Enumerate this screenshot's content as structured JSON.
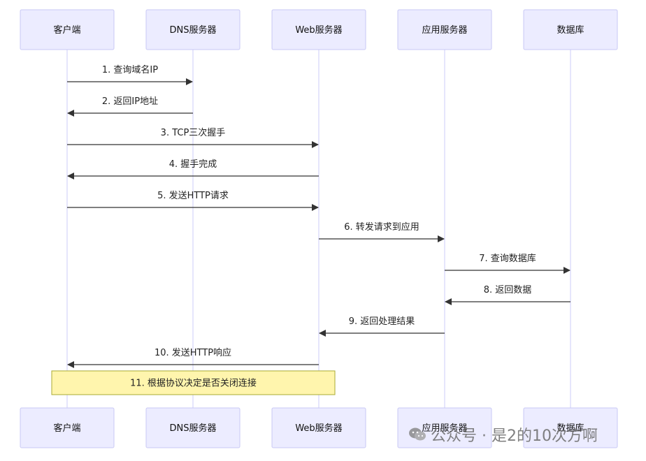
{
  "participants": [
    {
      "id": "client",
      "label": "客户端"
    },
    {
      "id": "dns",
      "label": "DNS服务器"
    },
    {
      "id": "web",
      "label": "Web服务器"
    },
    {
      "id": "app",
      "label": "应用服务器"
    },
    {
      "id": "db",
      "label": "数据库"
    }
  ],
  "messages": [
    {
      "from": "client",
      "to": "dns",
      "label": "1. 查询域名IP"
    },
    {
      "from": "dns",
      "to": "client",
      "label": "2. 返回IP地址"
    },
    {
      "from": "client",
      "to": "web",
      "label": "3. TCP三次握手"
    },
    {
      "from": "web",
      "to": "client",
      "label": "4. 握手完成"
    },
    {
      "from": "client",
      "to": "web",
      "label": "5. 发送HTTP请求"
    },
    {
      "from": "web",
      "to": "app",
      "label": "6. 转发请求到应用"
    },
    {
      "from": "app",
      "to": "db",
      "label": "7. 查询数据库"
    },
    {
      "from": "db",
      "to": "app",
      "label": "8. 返回数据"
    },
    {
      "from": "app",
      "to": "web",
      "label": "9. 返回处理结果"
    },
    {
      "from": "web",
      "to": "client",
      "label": "10. 发送HTTP响应"
    }
  ],
  "note": {
    "from": "client",
    "to": "web",
    "label": "11. 根据协议决定是否关闭连接"
  },
  "watermark": {
    "text": "公众号 · 是2的10次方啊",
    "icon": "wechat-icon"
  }
}
